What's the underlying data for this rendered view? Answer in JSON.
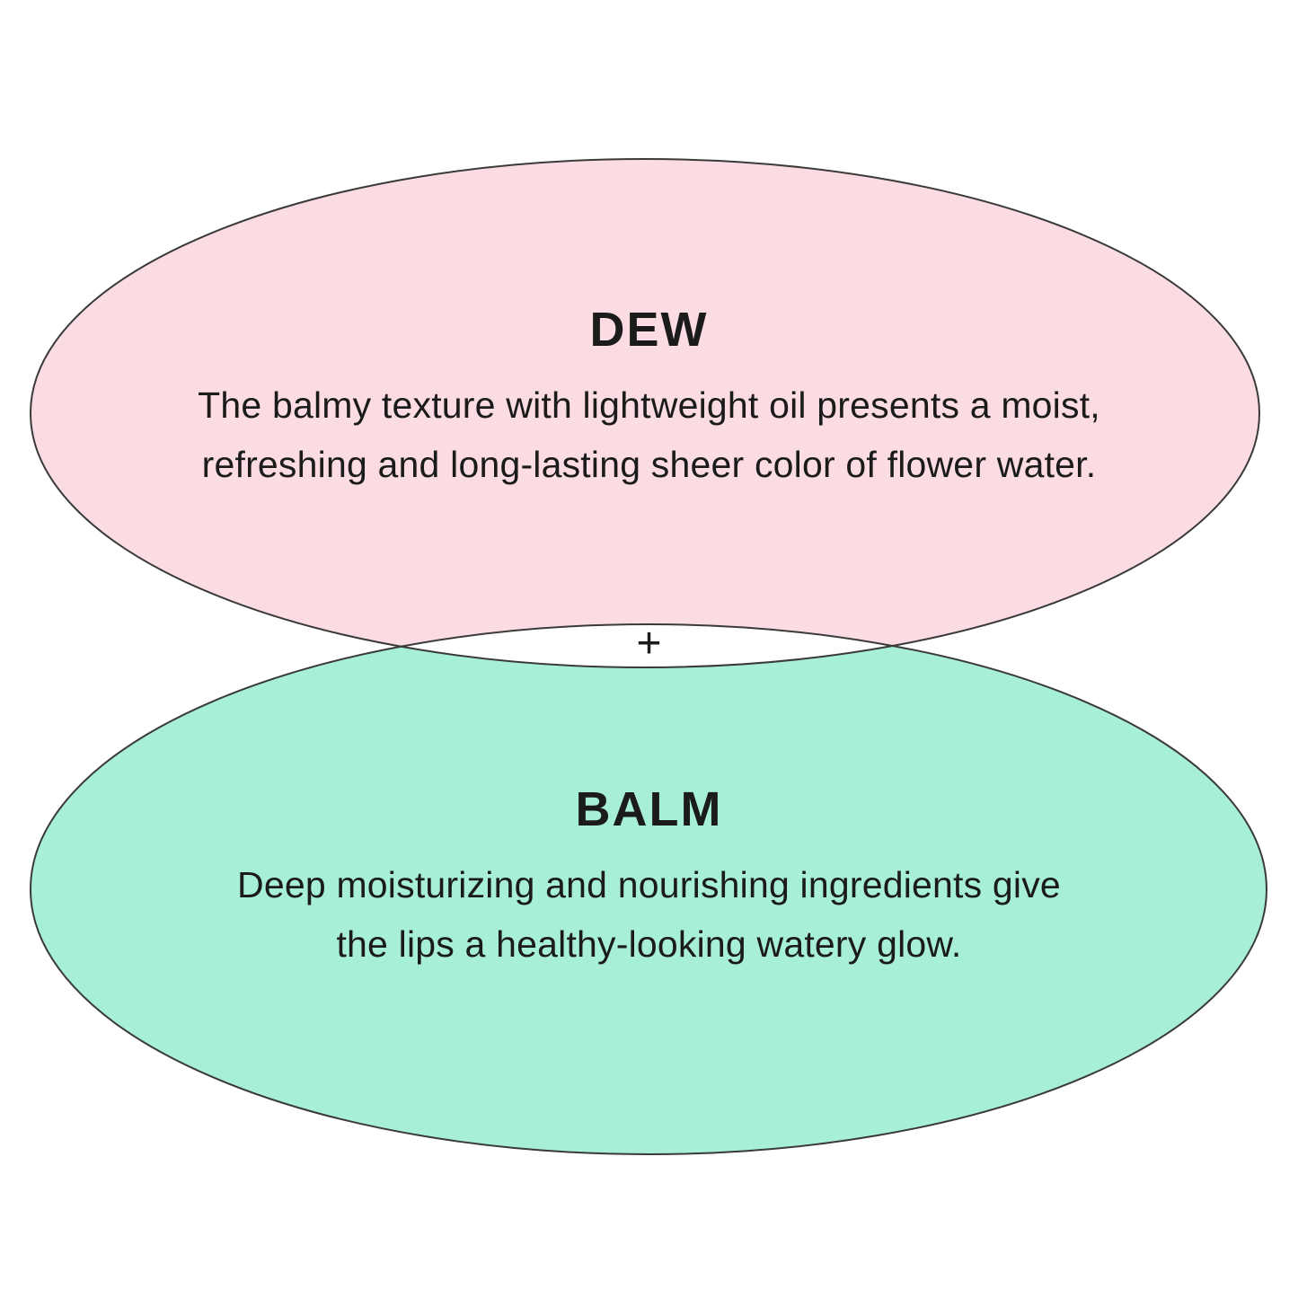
{
  "diagram": {
    "dew": {
      "title": "DEW",
      "line1": "The balmy texture with lightweight oil presents a moist,",
      "line2": "refreshing and long-lasting sheer color of flower water.",
      "fill_color": "#fbdce3"
    },
    "plus": "+",
    "balm": {
      "title": "BALM",
      "line1": "Deep moisturizing and nourishing ingredients give",
      "line2": "the lips a healthy-looking watery glow.",
      "fill_color": "#a7efd5"
    },
    "outline_color": "#3a3a3a",
    "text_color": "#1b1b1b",
    "background_color": "#ffffff"
  }
}
